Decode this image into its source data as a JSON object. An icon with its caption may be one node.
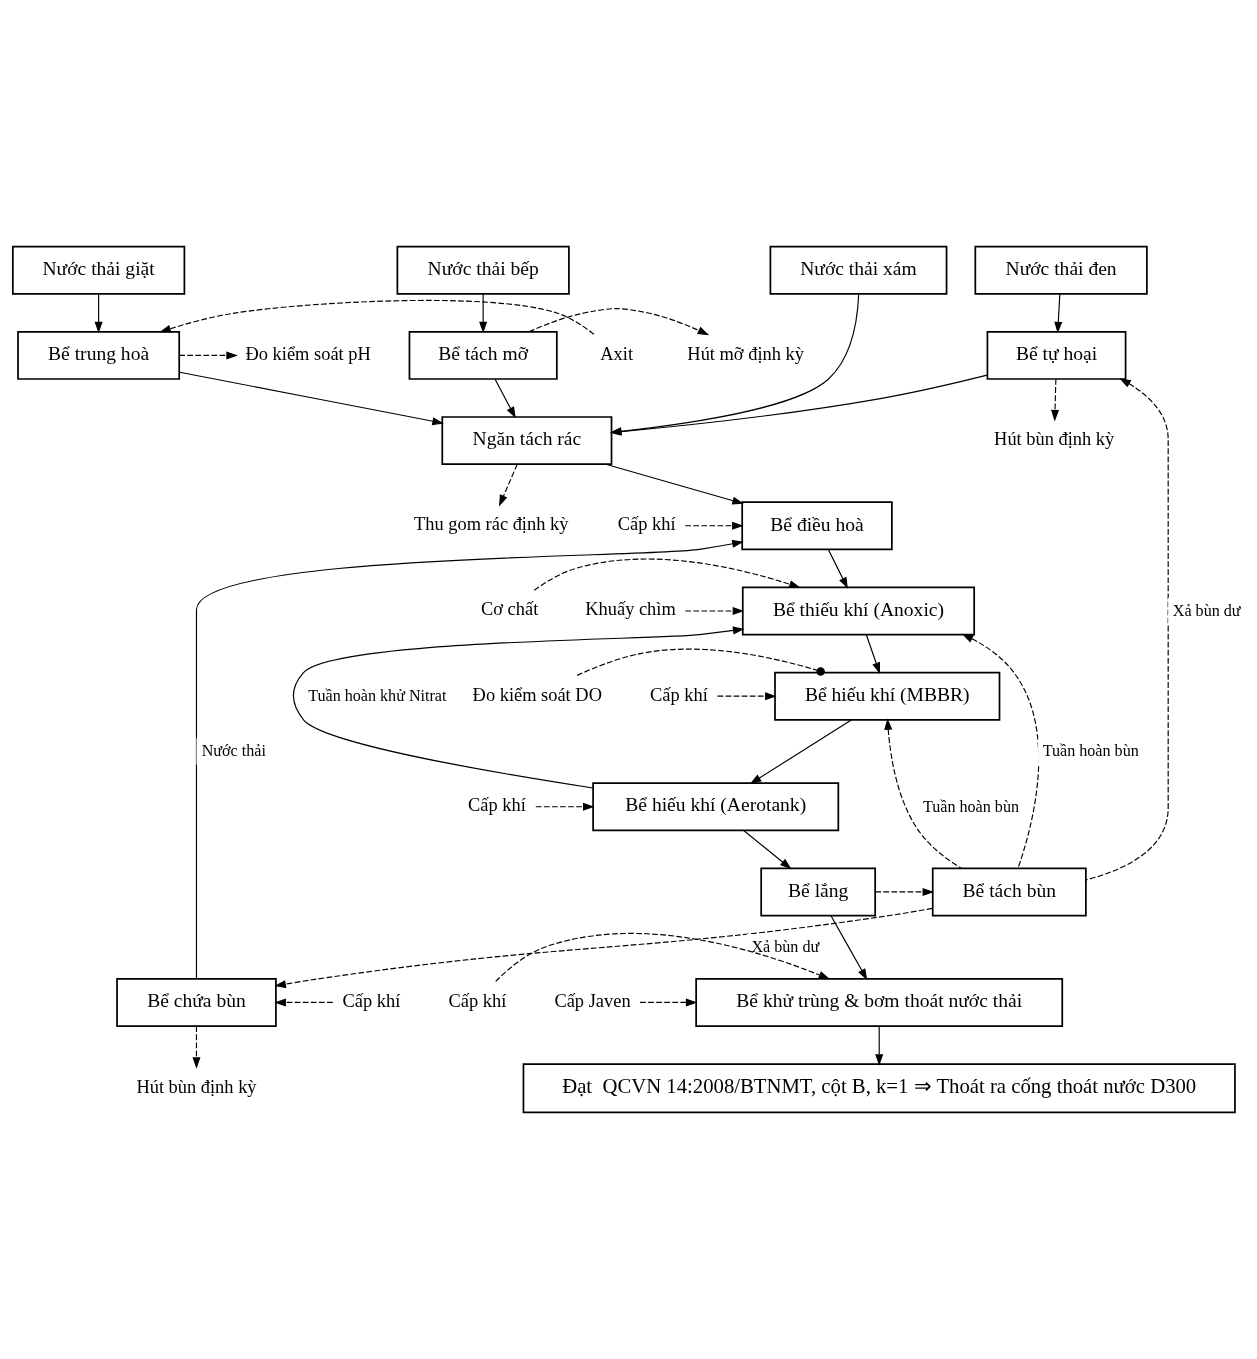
{
  "diagram": {
    "nodes": [
      {
        "text": [
          "Nước thải đen"
        ]
      },
      {
        "text": [
          "Nước thải giặt"
        ]
      },
      {
        "text": [
          "Nước thải bếp"
        ]
      },
      {
        "text": [
          "Nước thải xám"
        ]
      },
      {
        "text": [
          "Bể tự hoại"
        ]
      },
      {
        "text": [
          "Bể trung hoà"
        ]
      },
      {
        "text": [
          "Bể tách mỡ"
        ]
      },
      {
        "text": [
          "Ngăn tách rác"
        ]
      },
      {
        "text": [
          "Bể điều hoà"
        ]
      },
      {
        "text": [
          "Bể thiếu khí (Anoxic)"
        ]
      },
      {
        "text": [
          "Bể hiếu khí (MBBR)"
        ]
      },
      {
        "text": [
          "Bể hiếu khí (Aerotank)"
        ]
      },
      {
        "text": [
          "Bể lắng"
        ]
      },
      {
        "text": [
          "Bể khử trùng & bơm thoát nước thải"
        ]
      },
      {
        "text": [
          "Đạt  QCVN 14:2008/BTNMT, cột B, k=1 ⇒ Thoát ra cống thoát nước D300"
        ]
      },
      {
        "text": [
          "Bể tách bùn"
        ]
      },
      {
        "text": [
          "Bể chứa bùn"
        ]
      },
      {
        "text": [
          "Axit"
        ]
      },
      {
        "text": [
          "Đo kiểm soát pH"
        ]
      },
      {
        "text": [
          "Hút mỡ định kỳ"
        ]
      },
      {
        "text": [
          "Hút bùn định kỳ"
        ]
      },
      {
        "text": [
          "Thu gom rác định kỳ"
        ]
      },
      {
        "text": [
          "Cấp khí"
        ]
      },
      {
        "text": [
          "Khuấy chìm"
        ]
      },
      {
        "text": [
          "Cơ chất"
        ]
      },
      {
        "text": [
          "Đo kiểm soát DO"
        ]
      },
      {
        "text": [
          "Cấp khí"
        ]
      },
      {
        "text": [
          "Cấp khí"
        ]
      },
      {
        "text": [
          "Cấp khí"
        ]
      },
      {
        "text": [
          "Cấp Javen"
        ]
      },
      {
        "text": [
          "Cấp khí"
        ]
      },
      {
        "text": [
          "Hút bùn định kỳ"
        ]
      }
    ],
    "edges": [
      {
        "from": 0,
        "to": 4,
        "arrow": "to"
      },
      {
        "from": 1,
        "to": 5,
        "arrow": "to"
      },
      {
        "from": 2,
        "to": 6,
        "arrow": "to"
      },
      {
        "from": 3,
        "to": 7,
        "arrow": "to"
      },
      {
        "from": 4,
        "to": 7,
        "arrow": "to"
      },
      {
        "from": 5,
        "to": 7,
        "arrow": "to"
      },
      {
        "from": 6,
        "to": 7,
        "arrow": "to"
      },
      {
        "from": 7,
        "to": 8,
        "arrow": "to"
      },
      {
        "from": 8,
        "to": 9,
        "arrow": "to"
      },
      {
        "from": 9,
        "to": 10,
        "arrow": "to"
      },
      {
        "from": 10,
        "to": 11,
        "arrow": "to"
      },
      {
        "from": 11,
        "to": 12,
        "arrow": "to"
      },
      {
        "from": 12,
        "to": 13,
        "arrow": "to"
      },
      {
        "from": 13,
        "to": 14,
        "arrow": "to"
      },
      {
        "from": 12,
        "to": 15,
        "arrow": "to",
        "style": "dashed"
      },
      {
        "from": 15,
        "to": 16,
        "arrow": "to",
        "style": "dashed",
        "label": "Xả bùn dư"
      },
      {
        "from": 16,
        "to": 8,
        "arrow": "to",
        "label": "Nước thải"
      },
      {
        "from": 15,
        "to": 4,
        "arrow": "to",
        "style": "dashed",
        "label": "Xả bùn dư"
      },
      {
        "from": 15,
        "to": 9,
        "arrow": "to",
        "style": "dashed",
        "label": "Tuần hoàn bùn"
      },
      {
        "from": 15,
        "to": 10,
        "arrow": "to",
        "style": "dashed",
        "label": "Tuần hoàn bùn"
      },
      {
        "from": 11,
        "to": 9,
        "arrow": "to",
        "label": "Tuần hoàn khử Nitrat"
      },
      {
        "from": 17,
        "to": 5,
        "arrow": "to",
        "style": "dashed"
      },
      {
        "from": 5,
        "to": 18,
        "arrow": "to",
        "style": "dashed"
      },
      {
        "from": 6,
        "to": 19,
        "arrow": "to",
        "style": "dashed"
      },
      {
        "from": 4,
        "to": 20,
        "arrow": "to",
        "style": "dashed"
      },
      {
        "from": 7,
        "to": 21,
        "arrow": "to",
        "style": "dashed"
      },
      {
        "from": 22,
        "to": 8,
        "arrow": "to",
        "style": "dashed"
      },
      {
        "from": 23,
        "to": 9,
        "arrow": "to",
        "style": "dashed"
      },
      {
        "from": 24,
        "to": 9,
        "arrow": "to",
        "style": "dashed"
      },
      {
        "from": 25,
        "to": 10,
        "arrow": "other",
        "style": "dashed"
      },
      {
        "from": 26,
        "to": 10,
        "arrow": "to",
        "style": "dashed"
      },
      {
        "from": 27,
        "to": 11,
        "arrow": "to",
        "style": "dashed"
      },
      {
        "from": 28,
        "to": 13,
        "arrow": "to",
        "style": "dashed"
      },
      {
        "from": 29,
        "to": 13,
        "arrow": "to",
        "style": "dashed"
      },
      {
        "from": 30,
        "to": 16,
        "arrow": "to",
        "style": "dashed"
      },
      {
        "from": 16,
        "to": 31,
        "arrow": "to",
        "style": "dashed"
      }
    ]
  }
}
